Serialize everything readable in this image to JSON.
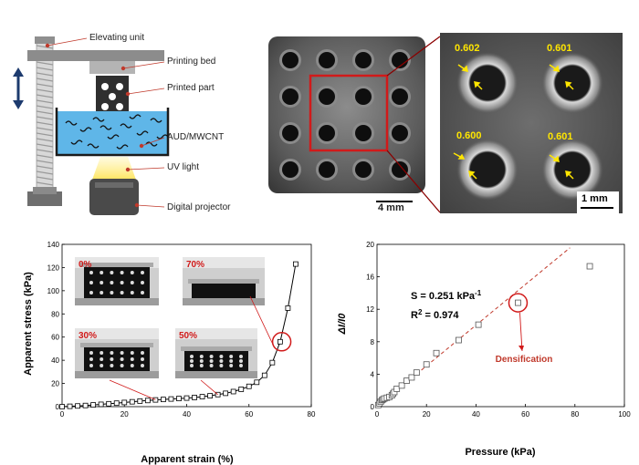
{
  "schematic": {
    "labels": {
      "elevating_unit": "Elevating unit",
      "printing_bed": "Printing bed",
      "printed_part": "Printed part",
      "resin": "AUD/MWCNT",
      "uv_light": "UV light",
      "projector": "Digital projector"
    }
  },
  "micrograph": {
    "scale_left": "4 mm",
    "scale_right": "1 mm",
    "measurements": [
      "0.602",
      "0.601",
      "0.600",
      "0.601"
    ]
  },
  "chart_data": [
    {
      "type": "line",
      "xlabel": "Apparent strain (%)",
      "ylabel": "Apparent stress (kPa)",
      "xlim": [
        0,
        80
      ],
      "ylim": [
        0,
        140
      ],
      "xticks": [
        0,
        20,
        40,
        60,
        80
      ],
      "yticks": [
        0,
        20,
        40,
        60,
        80,
        100,
        120,
        140
      ],
      "x": [
        0,
        2.5,
        5,
        7.5,
        10,
        12.5,
        15,
        17.5,
        20,
        22.5,
        25,
        27.5,
        30,
        32.5,
        35,
        37.5,
        40,
        42.5,
        45,
        47.5,
        50,
        52.5,
        55,
        57.5,
        60,
        62.5,
        65,
        67.5,
        70,
        72.5,
        75
      ],
      "y": [
        0,
        0.3,
        0.6,
        1,
        1.5,
        2,
        2.5,
        3,
        3.6,
        4.2,
        4.8,
        5.3,
        5.8,
        6.2,
        6.6,
        7,
        7.4,
        7.9,
        8.6,
        9.4,
        10.4,
        11.5,
        13,
        15,
        17.5,
        21,
        27,
        38,
        56,
        85,
        123
      ],
      "inset_labels": [
        "0%",
        "70%",
        "30%",
        "50%"
      ]
    },
    {
      "type": "scatter",
      "xlabel": "Pressure (kPa)",
      "ylabel": "ΔI/I0",
      "xlim": [
        0,
        100
      ],
      "ylim": [
        0,
        20
      ],
      "xticks": [
        0,
        20,
        40,
        60,
        80,
        100
      ],
      "yticks": [
        0,
        4,
        8,
        12,
        16,
        20
      ],
      "x": [
        0.5,
        1,
        1.5,
        2,
        2.5,
        3,
        4,
        5,
        6,
        6.5,
        7,
        8,
        10,
        12,
        14,
        16,
        20,
        24,
        33,
        41,
        57,
        86
      ],
      "y": [
        0.2,
        0.4,
        0.6,
        0.8,
        0.9,
        1.0,
        1.1,
        1.2,
        1.4,
        1.6,
        1.8,
        2.2,
        2.6,
        3.2,
        3.6,
        4.2,
        5.2,
        6.6,
        8.2,
        10.1,
        12.8,
        17.3
      ],
      "fit": {
        "slope": 0.251,
        "x_range": [
          0,
          78
        ]
      },
      "annotation_sensitivity": "S = 0.251 kPa",
      "annotation_sensitivity_sup": "-1",
      "annotation_r2": "R",
      "annotation_r2_sup": "2",
      "annotation_r2_value": " = 0.974",
      "annotation_circle_label": "Densification"
    }
  ]
}
